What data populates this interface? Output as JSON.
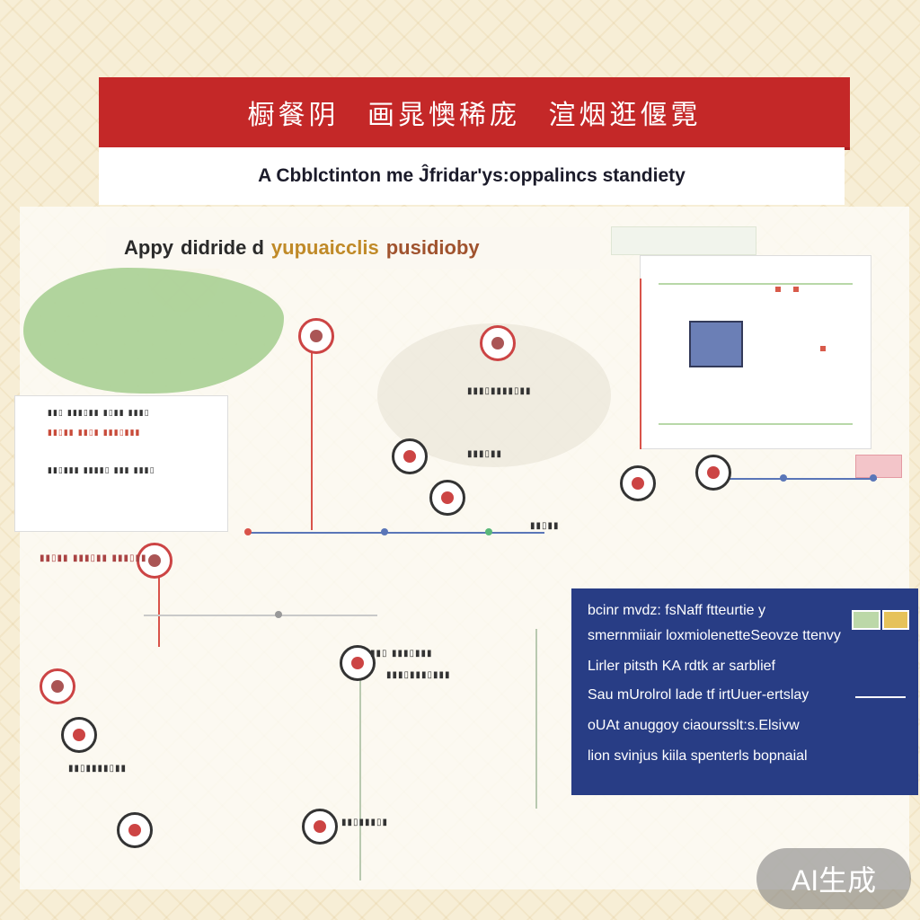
{
  "header": {
    "banner_text": "橱餐阴 画晁懊稀庞 渲烟逛偃霓",
    "subtitle": "A Cbblctinton me Ĵfridar'ys:oppalincs standiety"
  },
  "section": {
    "title_part1": "Appy",
    "title_part2": "didride d",
    "title_part3": "yupuaicclis",
    "title_part4": "pusidioby"
  },
  "blue_panel": {
    "line1": "bcinr mvdz: fsNaff ftteurtie y",
    "line2": "smernmiiair loxmiolenetteSeovze ttenvy",
    "line3": "Lirler pitsth KA rdtk ar sarblief",
    "line4": "Sau mUrolrol lade tf irtUuer-ertslay",
    "line5": "oUAt anuggoy ciaoursslt:s.Elsivw",
    "line6": "lion svinjus kiila spenterls bopnaial"
  },
  "colors": {
    "banner_red": "#c42828",
    "panel_blue": "#283d85",
    "map_green": "#a9cf93",
    "accent_gold": "#c08a28"
  },
  "watermark": "AI生成"
}
